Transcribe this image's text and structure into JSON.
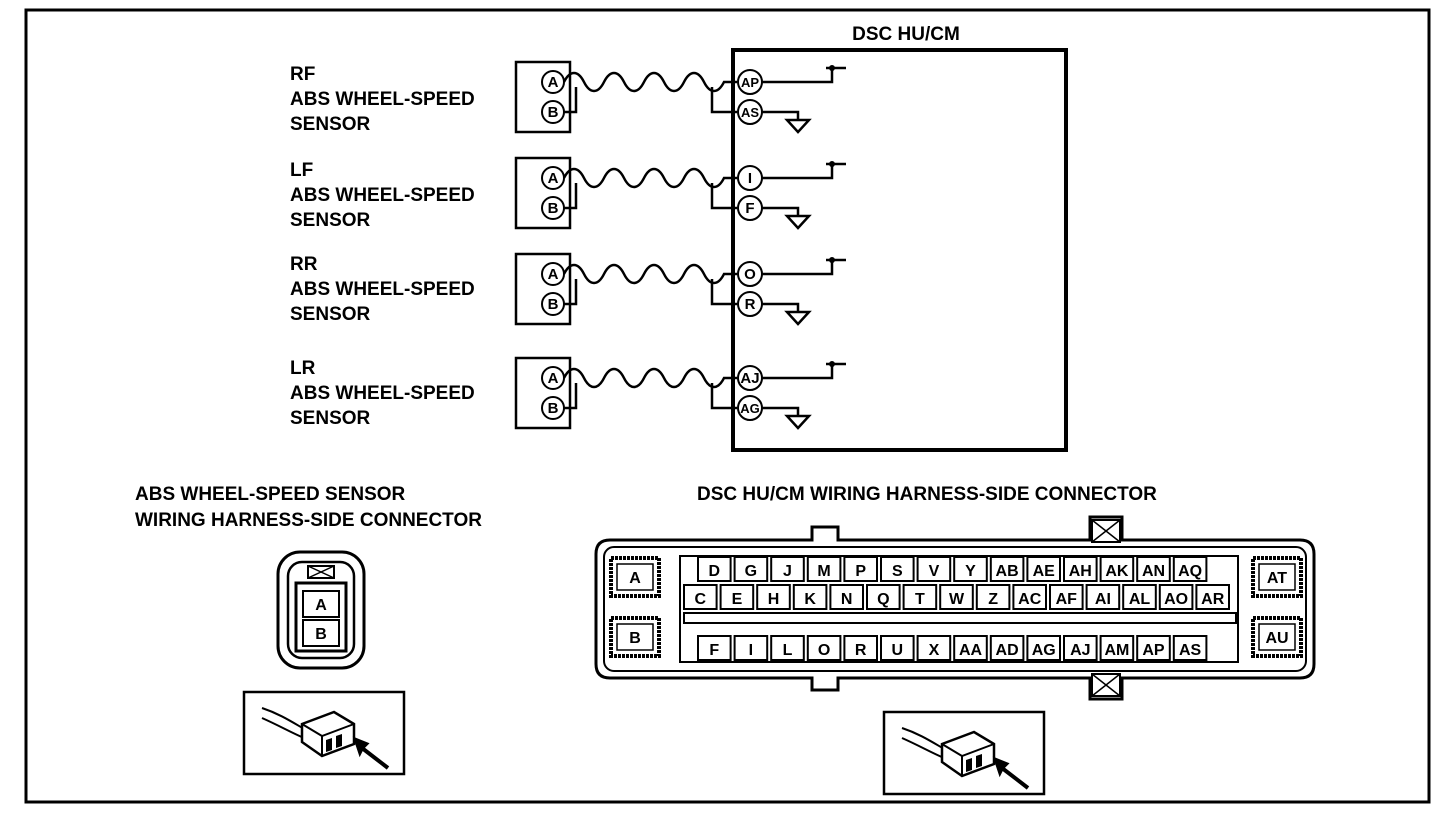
{
  "module_title": "DSC HU/CM",
  "sensors": [
    {
      "position": "RF",
      "line2": "ABS WHEEL-SPEED",
      "line3": "SENSOR",
      "pins": [
        "A",
        "B"
      ],
      "module_pins": [
        "AP",
        "AS"
      ]
    },
    {
      "position": "LF",
      "line2": "ABS WHEEL-SPEED",
      "line3": "SENSOR",
      "pins": [
        "A",
        "B"
      ],
      "module_pins": [
        "I",
        "F"
      ]
    },
    {
      "position": "RR",
      "line2": "ABS WHEEL-SPEED",
      "line3": "SENSOR",
      "pins": [
        "A",
        "B"
      ],
      "module_pins": [
        "O",
        "R"
      ]
    },
    {
      "position": "LR",
      "line2": "ABS WHEEL-SPEED",
      "line3": "SENSOR",
      "pins": [
        "A",
        "B"
      ],
      "module_pins": [
        "AJ",
        "AG"
      ]
    }
  ],
  "sensor_connector": {
    "title_line1": "ABS WHEEL-SPEED SENSOR",
    "title_line2": "WIRING HARNESS-SIDE CONNECTOR",
    "terminals": [
      "A",
      "B"
    ]
  },
  "module_connector": {
    "title": "DSC HU/CM WIRING HARNESS-SIDE CONNECTOR",
    "left_terminals": [
      "A",
      "B"
    ],
    "right_terminals": [
      "AT",
      "AU"
    ],
    "row1": [
      "D",
      "G",
      "J",
      "M",
      "P",
      "S",
      "V",
      "Y",
      "AB",
      "AE",
      "AH",
      "AK",
      "AN",
      "AQ"
    ],
    "row2": [
      "C",
      "E",
      "H",
      "K",
      "N",
      "Q",
      "T",
      "W",
      "Z",
      "AC",
      "AF",
      "AI",
      "AL",
      "AO",
      "AR"
    ],
    "row3": [
      "F",
      "I",
      "L",
      "O",
      "R",
      "U",
      "X",
      "AA",
      "AD",
      "AG",
      "AJ",
      "AM",
      "AP",
      "AS"
    ]
  }
}
